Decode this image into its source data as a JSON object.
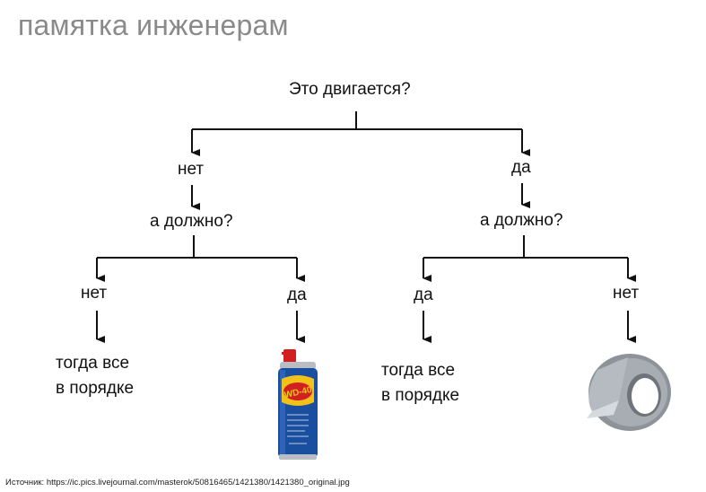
{
  "title": "памятка инженерам",
  "nodes": {
    "root": "Это двигается?",
    "left_no": "нет",
    "right_yes": "да",
    "left_should": "а должно?",
    "right_should": "а должно?",
    "ll_no": "нет",
    "lr_yes": "да",
    "rl_yes": "да",
    "rr_no": "нет",
    "ll_result_line1": "тогда все",
    "ll_result_line2": "в порядке",
    "rl_result_line1": "тогда все",
    "rl_result_line2": "в порядке"
  },
  "images": {
    "spray_can_label": "WD-40",
    "tape_name": "duct tape"
  },
  "source": "Источник: https://ic.pics.livejournal.com/masterok/50816465/1421380/1421380_original.jpg",
  "colors": {
    "title": "#8a8a8a",
    "line": "#111111",
    "wd40_blue": "#1a4fa0",
    "wd40_yellow": "#f2c21b",
    "wd40_red": "#d21f1f",
    "tape_gray": "#9aa0a6"
  }
}
